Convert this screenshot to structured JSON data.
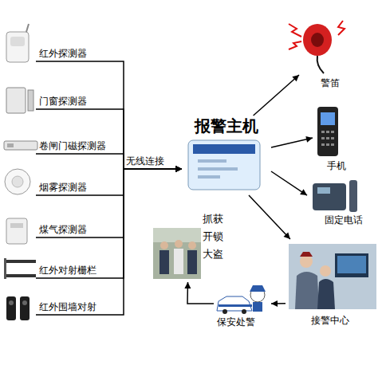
{
  "diagram": {
    "nodes": [
      {
        "text": [
          "红外探测器"
        ]
      },
      {
        "text": [
          "门窗探测器"
        ]
      },
      {
        "text": [
          "卷闸门磁探测器"
        ]
      },
      {
        "text": [
          "烟雾探测器"
        ]
      },
      {
        "text": [
          "煤气探测器"
        ]
      },
      {
        "text": [
          "红外对射栅栏"
        ]
      },
      {
        "text": [
          "红外围墙对射"
        ]
      },
      {
        "text": [
          "报警主机"
        ]
      },
      {
        "text": [
          "警笛"
        ]
      },
      {
        "text": [
          "手机"
        ]
      },
      {
        "text": [
          "固定电话"
        ]
      },
      {
        "text": [
          "接警中心"
        ]
      },
      {
        "text": [
          "保安处警"
        ]
      },
      {
        "text": [
          "抓获开锁大盗"
        ]
      }
    ],
    "edges": [
      {
        "from": 0,
        "to": 7,
        "arrow": "to"
      },
      {
        "from": 1,
        "to": 7,
        "arrow": "to"
      },
      {
        "from": 2,
        "to": 7,
        "label": "无线连接",
        "arrow": "to"
      },
      {
        "from": 3,
        "to": 7,
        "arrow": "to"
      },
      {
        "from": 4,
        "to": 7,
        "arrow": "to"
      },
      {
        "from": 5,
        "to": 7,
        "arrow": "to"
      },
      {
        "from": 6,
        "to": 7,
        "arrow": "to"
      },
      {
        "from": 7,
        "to": 8,
        "arrow": "to"
      },
      {
        "from": 7,
        "to": 9,
        "arrow": "to"
      },
      {
        "from": 7,
        "to": 10,
        "arrow": "to"
      },
      {
        "from": 7,
        "to": 11,
        "arrow": "to"
      },
      {
        "from": 11,
        "to": 12,
        "arrow": "to"
      },
      {
        "from": 12,
        "to": 13,
        "arrow": "to"
      }
    ]
  }
}
